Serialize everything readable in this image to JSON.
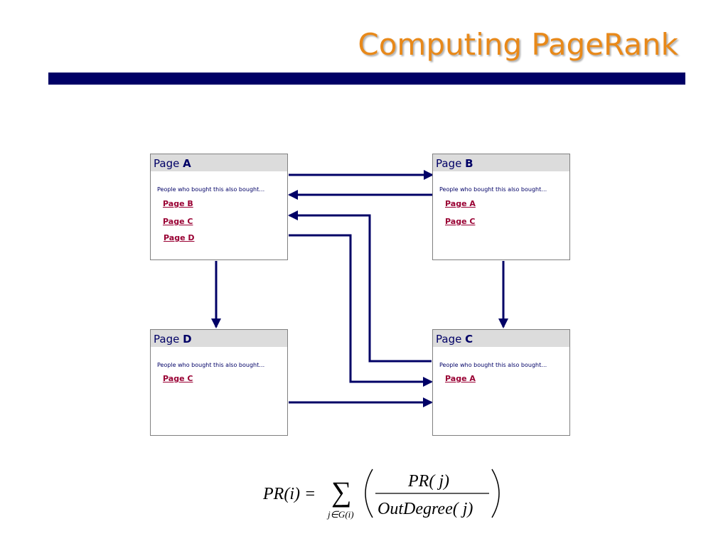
{
  "title": "Computing PageRank",
  "also_bought_text": "People who bought this also bought…",
  "pages": {
    "a": {
      "prefix": "Page",
      "letter": "A",
      "links": [
        "Page B",
        "Page C",
        "Page D"
      ]
    },
    "b": {
      "prefix": "Page",
      "letter": "B",
      "links": [
        "Page A",
        "Page C"
      ]
    },
    "c": {
      "prefix": "Page",
      "letter": "C",
      "links": [
        "Page A"
      ]
    },
    "d": {
      "prefix": "Page",
      "letter": "D",
      "links": [
        "Page C"
      ]
    }
  },
  "formula": {
    "lhs": "PR(i) =",
    "sum_symbol": "∑",
    "sum_subscript": "j∈G(i)",
    "numerator": "PR( j)",
    "denominator": "OutDegree( j)"
  },
  "colors": {
    "title": "#e8891a",
    "bar": "#000066",
    "arrow": "#000066",
    "link": "#990033",
    "header_bg": "#dcdcdc"
  }
}
